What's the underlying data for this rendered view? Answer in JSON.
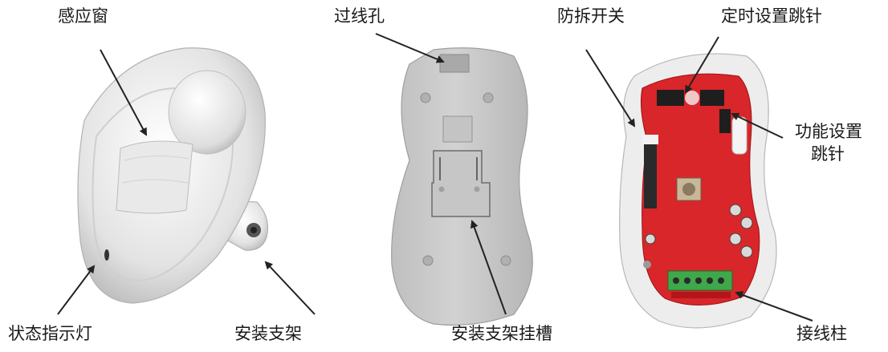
{
  "labels": {
    "sensor_window": "感应窗",
    "status_light": "状态指示灯",
    "mount_bracket": "安装支架",
    "cable_hole": "过线孔",
    "bracket_slot": "安装支架挂槽",
    "tamper_switch": "防拆开关",
    "timer_jumper": "定时设置跳针",
    "function_jumper_line1": "功能设置",
    "function_jumper_line2": "跳针",
    "terminal_block": "接线柱"
  },
  "colors": {
    "housing": "#e6e6e6",
    "housing_shadow": "#c9c9c9",
    "backplate": "#c8c8c8",
    "pcb": "#d8262a",
    "terminal": "#3fa84a",
    "arrow": "#222222"
  }
}
